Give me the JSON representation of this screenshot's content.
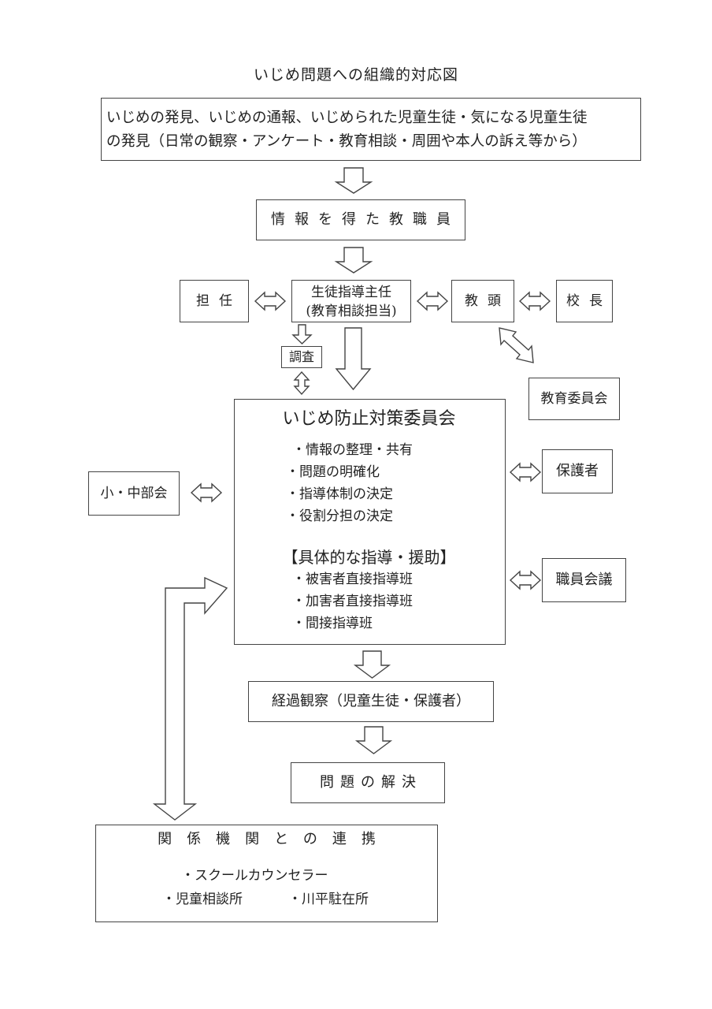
{
  "title": "いじめ問題への組織的対応図",
  "discovery": {
    "line1": "いじめの発見、いじめの通報、いじめられた児童生徒・気になる児童生徒",
    "line2": "の発見（日常の観察・アンケート・教育相談・周囲や本人の訴え等から）"
  },
  "informant": "情報を得た教職員",
  "homeroom": "担任",
  "guidance_head": {
    "line1": "生徒指導主任",
    "line2": "(教育相談担当)"
  },
  "vice_principal": "教頭",
  "principal": "校長",
  "investigation": "調査",
  "board_of_education": "教育委員会",
  "committee": {
    "title": "いじめ防止対策委員会",
    "tasks": [
      "・情報の整理・共有",
      "・問題の明確化",
      "・指導体制の決定",
      "・役割分担の決定"
    ],
    "support_heading": "【具体的な指導・援助】",
    "support_items": [
      "・被害者直接指導班",
      "・加害者直接指導班",
      "・間接指導班"
    ]
  },
  "school_division": "小・中部会",
  "guardians": "保護者",
  "staff_meeting": "職員会議",
  "observation": "経過観察（児童生徒・保護者）",
  "resolution": "問題の解決",
  "agencies": {
    "heading": "関係機関との連携",
    "item1": "・スクールカウンセラー",
    "item2": "・児童相談所",
    "item3": "・川平駐在所"
  }
}
